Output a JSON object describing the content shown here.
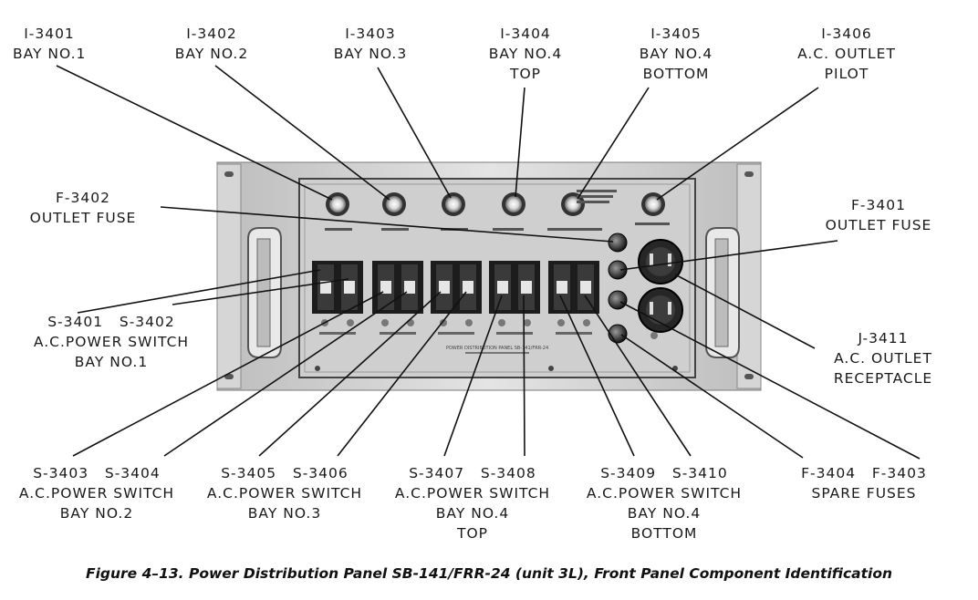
{
  "callouts": {
    "i3401": {
      "code": "I-3401",
      "text": "BAY NO.1"
    },
    "i3402": {
      "code": "I-3402",
      "text": "BAY NO.2"
    },
    "i3403": {
      "code": "I-3403",
      "text": "BAY NO.3"
    },
    "i3404": {
      "code": "I-3404",
      "lines": [
        "BAY NO.4",
        "TOP"
      ]
    },
    "i3405": {
      "code": "I-3405",
      "lines": [
        "BAY NO.4",
        "BOTTOM"
      ]
    },
    "i3406": {
      "code": "I-3406",
      "lines": [
        "A.C. OUTLET",
        "PILOT"
      ]
    },
    "f3402": {
      "code": "F-3402",
      "text": "OUTLET FUSE"
    },
    "f3401": {
      "code": "F-3401",
      "text": "OUTLET FUSE"
    },
    "s3401_02": {
      "codes": "S-3401   S-3402",
      "lines": [
        "A.C.POWER SWITCH",
        "BAY NO.1"
      ]
    },
    "j3411": {
      "code": "J-3411",
      "lines": [
        "A.C. OUTLET",
        "RECEPTACLE"
      ]
    },
    "s3403_04": {
      "codes": "S-3403   S-3404",
      "lines": [
        "A.C.POWER SWITCH",
        "BAY NO.2"
      ]
    },
    "s3405_06": {
      "codes": "S-3405   S-3406",
      "lines": [
        "A.C.POWER SWITCH",
        "BAY NO.3"
      ]
    },
    "s3407_08": {
      "codes": "S-3407   S-3408",
      "lines": [
        "A.C.POWER SWITCH",
        "BAY NO.4",
        "TOP"
      ]
    },
    "s3409_10": {
      "codes": "S-3409   S-3410",
      "lines": [
        "A.C.POWER SWITCH",
        "BAY NO.4",
        "BOTTOM"
      ]
    },
    "f3404_03": {
      "codes": "F-3404   F-3403",
      "text": "SPARE FUSES"
    }
  },
  "panel_text": {
    "plate": "POWER DISTRIBUTION PANEL SB-141/FRR-24"
  },
  "caption": "Figure 4–13.  Power Distribution Panel SB-141/FRR-24 (unit 3L), Front Panel Component Identification",
  "colors": {
    "panel_face": "#cfcfcf",
    "rack": "#e2e2e2",
    "switch_body": "#1c1c1c",
    "leader": "#111111"
  }
}
